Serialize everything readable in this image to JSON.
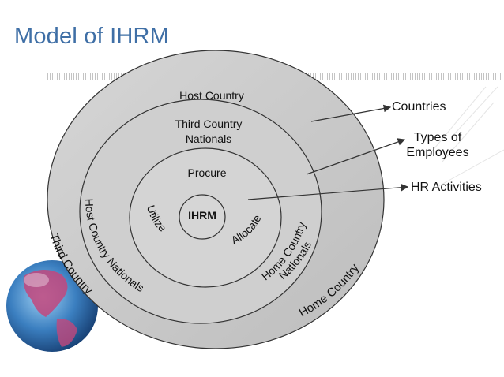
{
  "slide": {
    "title": "Model of IHRM"
  },
  "rings": {
    "outer": {
      "top_label": "Host Country",
      "left_arc": "Third Country",
      "right_arc": "Home Country"
    },
    "middle": {
      "top_label_line1": "Third Country",
      "top_label_line2": "Nationals",
      "left_arc": "Host Country Nationals",
      "right_arc_line1": "Home Country",
      "right_arc_line2": "Nationals"
    },
    "inner": {
      "top_label": "Procure",
      "left_arc": "Utilize",
      "right_arc": "Allocate"
    },
    "core": {
      "label": "IHRM"
    }
  },
  "callouts": {
    "countries": "Countries",
    "types_line1": "Types of",
    "types_line2": "Employees",
    "hr_activities": "HR Activities"
  },
  "colors": {
    "title": "#3f6fa6",
    "ring_fill": "#c9c9c9",
    "ring_stroke": "#333333",
    "globe_ocean": "#3b7fc0",
    "globe_land": "#c2477c"
  }
}
